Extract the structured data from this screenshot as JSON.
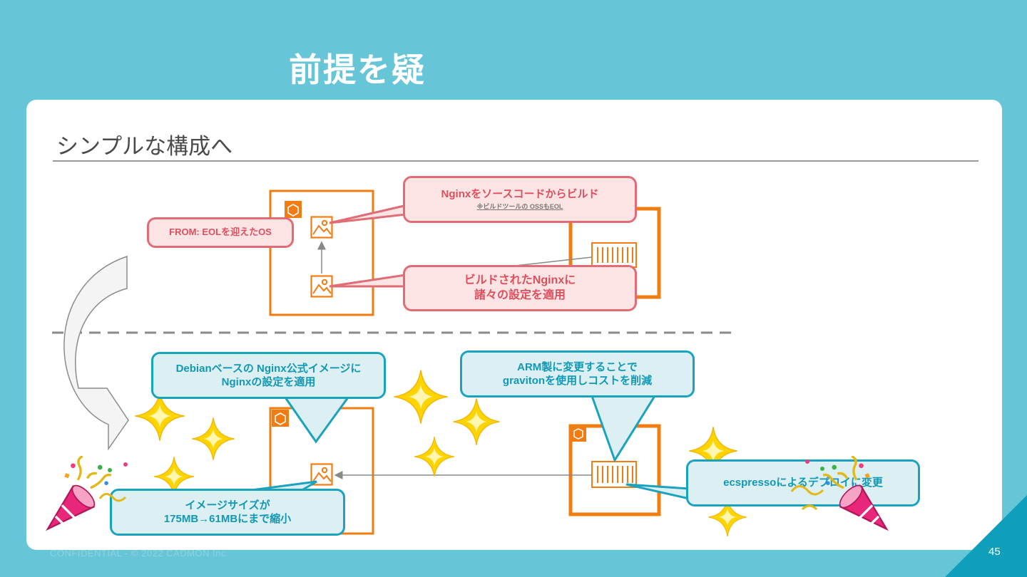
{
  "slide": {
    "title": "前提を疑",
    "subtitle": "シンプルな構成へ",
    "footer": "CONFIDENTIAL - © 2022 CADMON Inc.",
    "page_number": "45"
  },
  "colors": {
    "background": "#66c5d7",
    "orange": "#f07c12",
    "red_callout_border": "#e06c76",
    "red_callout_fill": "#fde4e4",
    "blue_callout_border": "#1aa3bd",
    "blue_callout_fill": "#dcf0f4",
    "sparkle": "#ffd400"
  },
  "before": {
    "callout_build": {
      "title": "Nginxをソースコードからビルド",
      "note": "※ビルドツールの OSSもEOL"
    },
    "callout_from": "FROM: EOLを迎えたOS",
    "callout_config": {
      "line1": "ビルドされたNginxに",
      "line2": "諸々の設定を適用"
    }
  },
  "after": {
    "callout_debian": {
      "line1": "Debianベースの Nginx公式イメージに",
      "line2": "Nginxの設定を適用"
    },
    "callout_arm": {
      "line1": "ARM製に変更することで",
      "line2": "gravitonを使用しコストを削減"
    },
    "callout_size": {
      "line1": "イメージサイズが",
      "line2": "175MB→61MBにまで縮小"
    },
    "callout_deploy": "ecspressoによるデプロイに変更"
  },
  "icons": [
    "container-icon",
    "image-icon",
    "ecs-task-icon",
    "party-popper-icon",
    "sparkle-icon",
    "curved-arrow-icon"
  ]
}
